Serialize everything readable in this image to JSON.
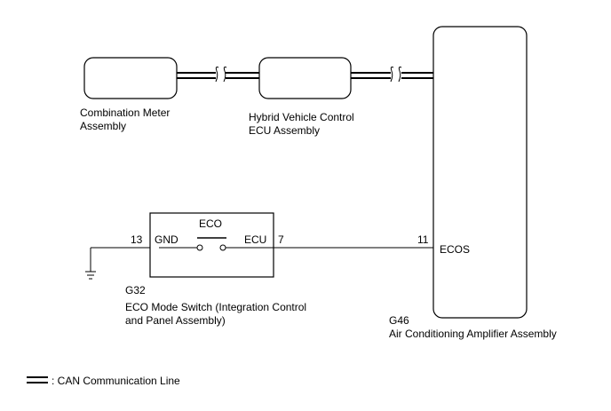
{
  "components": {
    "combination_meter": {
      "label_lines": [
        "Combination Meter",
        "Assembly"
      ]
    },
    "hybrid_ecu": {
      "label_lines": [
        "Hybrid Vehicle Control",
        "ECU Assembly"
      ]
    },
    "ac_amplifier": {
      "code": "G46",
      "name": "Air Conditioning Amplifier Assembly",
      "terminal_number": "11",
      "terminal_name": "ECOS"
    },
    "eco_switch": {
      "code": "G32",
      "name_lines": [
        "ECO Mode Switch (Integration Control",
        "and Panel Assembly)"
      ],
      "switch_label": "ECO",
      "gnd_pin": "13",
      "gnd_label": "GND",
      "ecu_pin": "7",
      "ecu_label": "ECU"
    }
  },
  "legend": {
    "text": ": CAN Communication Line"
  },
  "colors": {
    "line": "#000000",
    "background": "#ffffff"
  }
}
